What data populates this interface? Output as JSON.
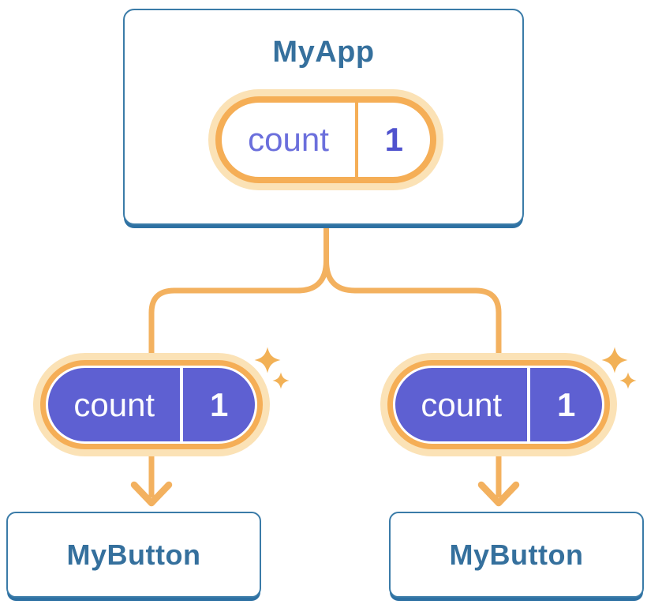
{
  "colors": {
    "card-border": "#3A7BA8",
    "card-shadow": "#2E71A3",
    "card-bg": "#FFFFFF",
    "title-text": "#35709D",
    "connector": "#F3B15F",
    "pill-ring": "#F5AE56",
    "pill-glow": "#FBE2B6",
    "sparkle": "#F2B156",
    "state-name-text": "#6B6FDC",
    "state-value-text": "#4F52CE",
    "pill-fill": "#5E60D2",
    "pill-text-light": "#FDFDFF"
  },
  "diagram": {
    "root": {
      "title": "MyApp",
      "state": {
        "name": "count",
        "value": "1"
      }
    },
    "children": [
      {
        "title": "MyButton",
        "state": {
          "name": "count",
          "value": "1"
        }
      },
      {
        "title": "MyButton",
        "state": {
          "name": "count",
          "value": "1"
        }
      }
    ]
  }
}
